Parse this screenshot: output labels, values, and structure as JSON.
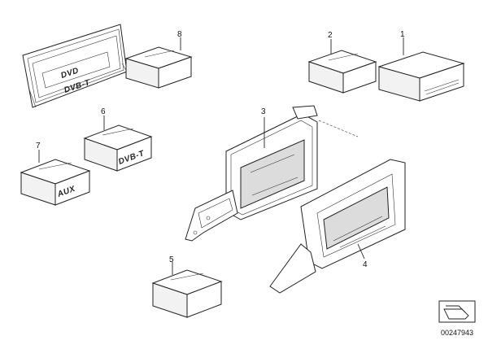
{
  "callouts": {
    "c1": "1",
    "c2": "2",
    "c3": "3",
    "c4": "4",
    "c5": "5",
    "c6": "6",
    "c7": "7",
    "c8": "8"
  },
  "labels": {
    "dvd": "DVD",
    "dvbt_screen": "DVB-T",
    "dvbt_box": "DVB-T",
    "aux": "AUX"
  },
  "reference_number": "00247943",
  "icons": {
    "corner": "arrow-in-box-icon"
  }
}
